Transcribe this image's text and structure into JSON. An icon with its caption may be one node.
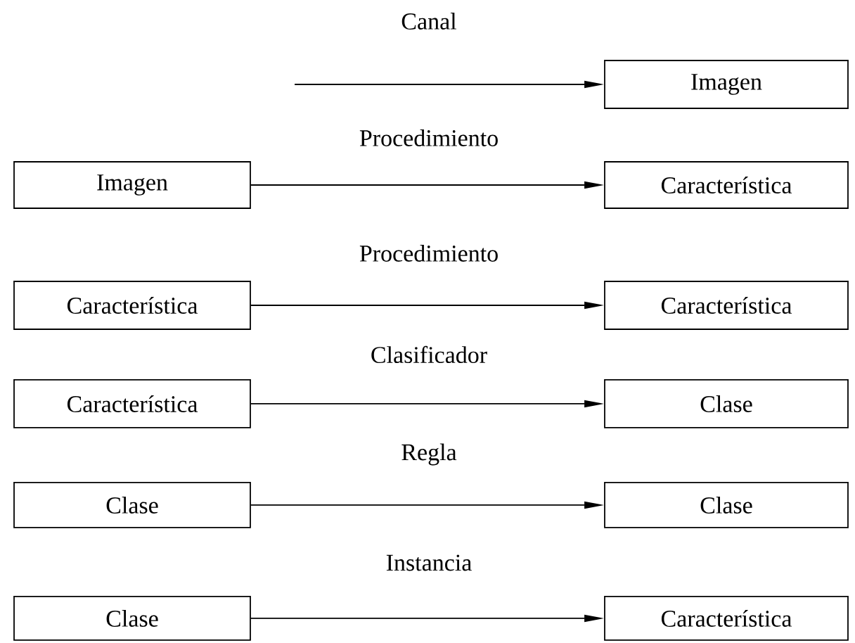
{
  "diagram": {
    "nodes": [
      {
        "text": [
          "Imagen"
        ]
      },
      {
        "text": [
          "Imagen"
        ]
      },
      {
        "text": [
          "Característica"
        ]
      },
      {
        "text": [
          "Característica"
        ]
      },
      {
        "text": [
          "Característica"
        ]
      },
      {
        "text": [
          "Característica"
        ]
      },
      {
        "text": [
          "Clase"
        ]
      },
      {
        "text": [
          "Clase"
        ]
      },
      {
        "text": [
          "Clase"
        ]
      },
      {
        "text": [
          "Clase"
        ]
      },
      {
        "text": [
          "Característica"
        ]
      }
    ],
    "edges": [
      {
        "from": null,
        "to": 0,
        "arrow": "to",
        "label": "Canal"
      },
      {
        "from": 1,
        "to": 2,
        "arrow": "to",
        "label": "Procedimiento"
      },
      {
        "from": 3,
        "to": 4,
        "arrow": "to",
        "label": "Procedimiento"
      },
      {
        "from": 5,
        "to": 6,
        "arrow": "to",
        "label": "Clasificador"
      },
      {
        "from": 7,
        "to": 8,
        "arrow": "to",
        "label": "Regla"
      },
      {
        "from": 9,
        "to": 10,
        "arrow": "to",
        "label": "Instancia"
      }
    ]
  }
}
